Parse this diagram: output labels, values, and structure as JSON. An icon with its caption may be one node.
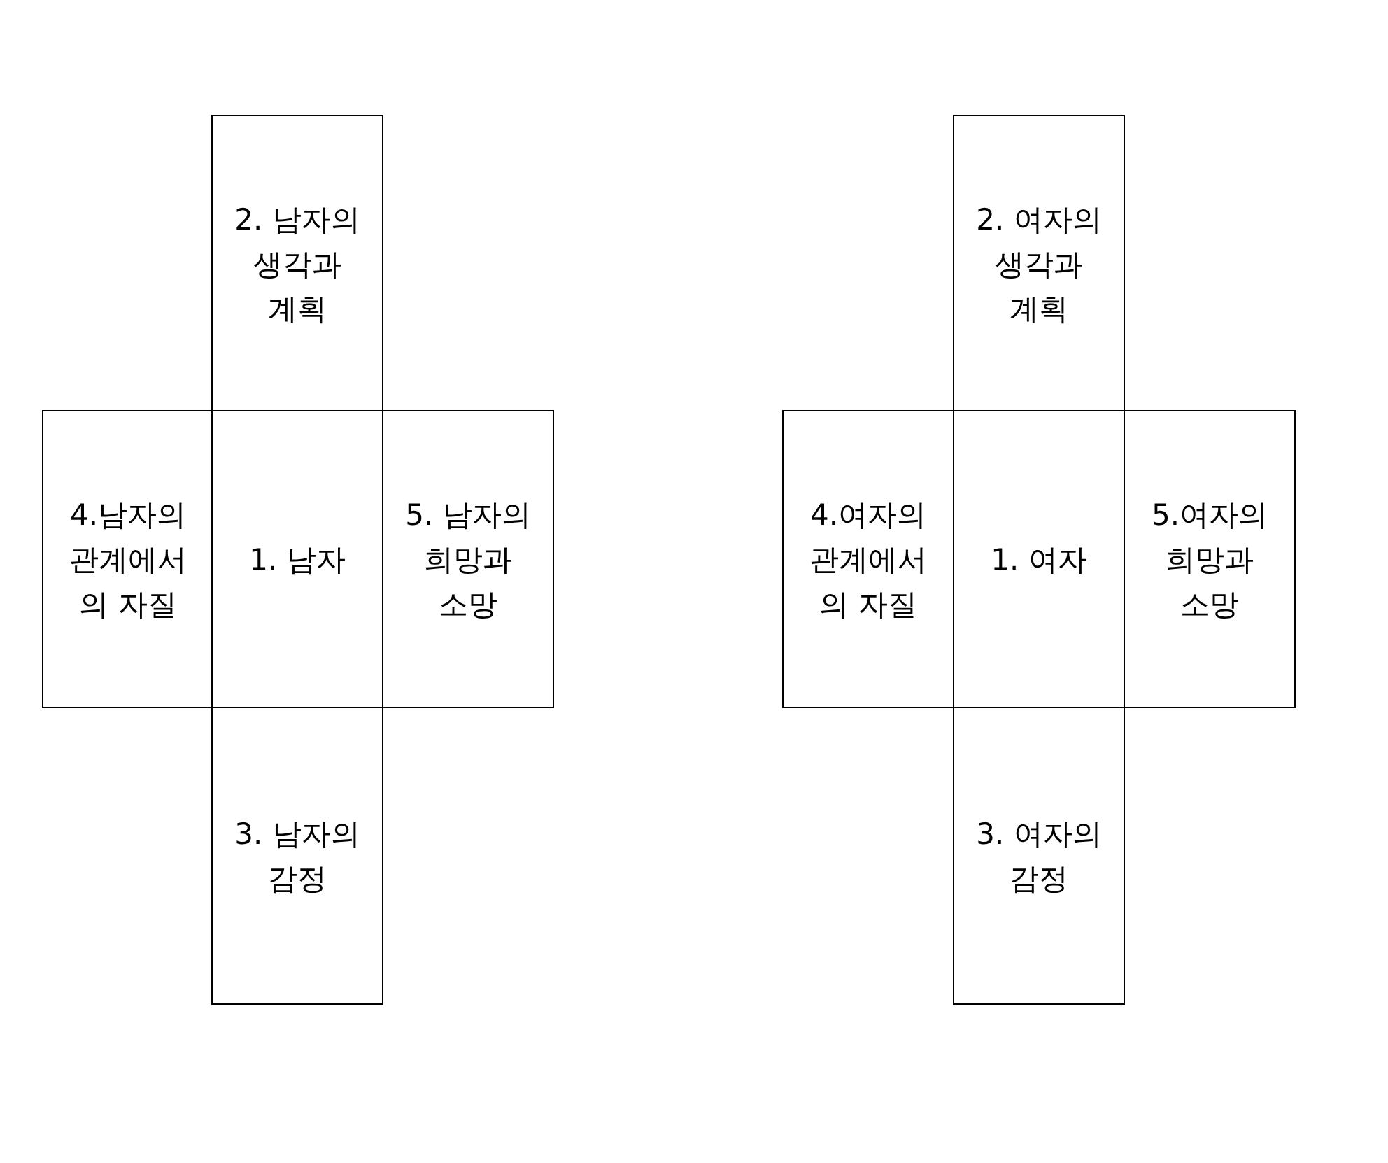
{
  "diagram": {
    "nodes": [
      {
        "text": [
          "2. 남자의 생각과 계획"
        ]
      },
      {
        "text": [
          "4.남자의 관계에서 의 자질"
        ]
      },
      {
        "text": [
          "1. 남자"
        ]
      },
      {
        "text": [
          "5. 남자의 희망과 소망"
        ]
      },
      {
        "text": [
          "3. 남자의 감정"
        ]
      },
      {
        "text": [
          "2. 여자의 생각과 계획"
        ]
      },
      {
        "text": [
          "4.여자의 관계에서 의 자질"
        ]
      },
      {
        "text": [
          "1. 여자"
        ]
      },
      {
        "text": [
          "5.여자의 희망과 소망"
        ]
      },
      {
        "text": [
          "3. 여자의 감정"
        ]
      }
    ]
  }
}
